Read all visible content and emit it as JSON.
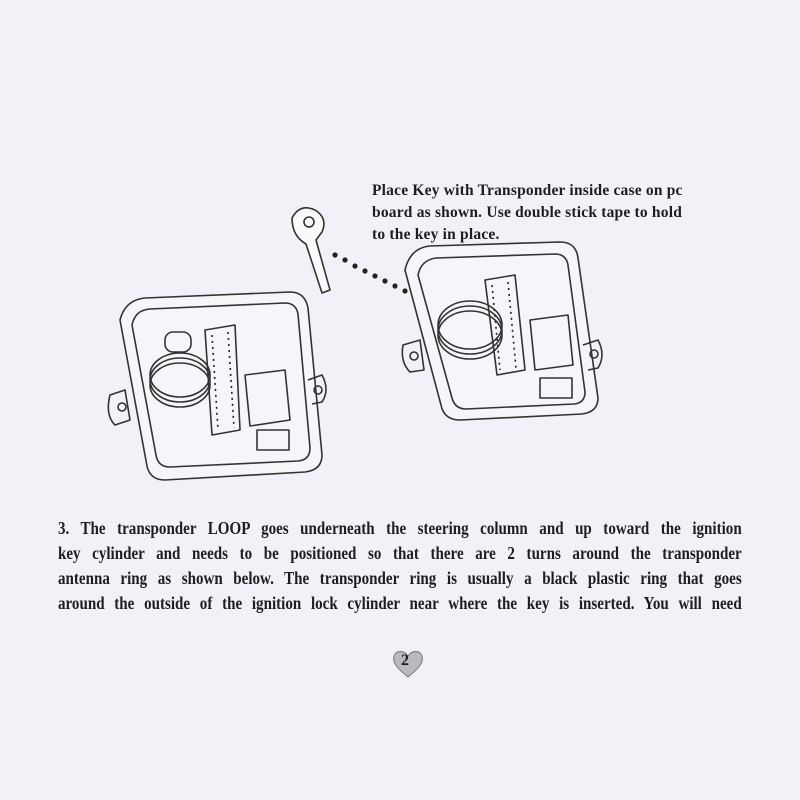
{
  "figure": {
    "caption_lines": [
      "Place Key with Transponder inside case on pc",
      "board as shown. Use double stick tape to hold",
      "to the key in place."
    ]
  },
  "step": {
    "lines": [
      "3. The transponder LOOP goes underneath the steering column and up toward the ignition",
      "key cylinder and needs to be positioned so that there are 2 turns around the transponder",
      "antenna ring as shown below. The transponder ring is usually a black plastic ring that goes",
      "around the outside of the ignition lock cylinder near where the key is inserted. You will need"
    ]
  },
  "page_number": "2"
}
